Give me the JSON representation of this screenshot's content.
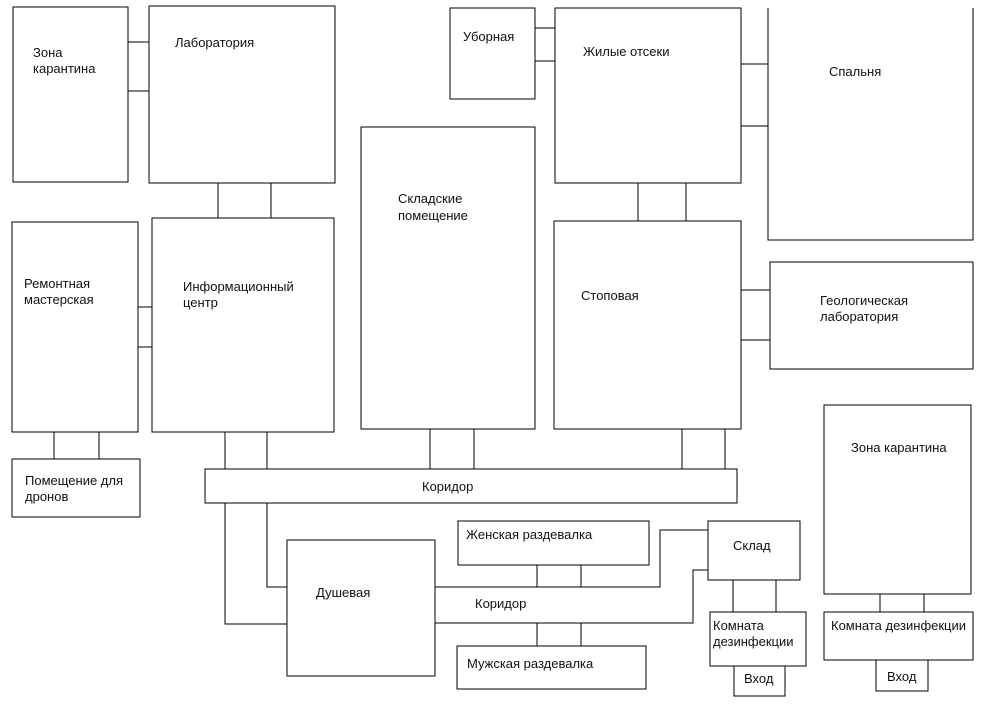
{
  "plan": {
    "rooms": {
      "quarantine_zone_left": {
        "lines": [
          "Зона",
          "карантина"
        ]
      },
      "laboratory": {
        "lines": [
          "Лаборатория"
        ]
      },
      "toilet": {
        "lines": [
          "Уборная"
        ]
      },
      "living_quarters": {
        "lines": [
          "Жилые отсеки"
        ]
      },
      "bedroom": {
        "lines": [
          "Спальня"
        ]
      },
      "storage_rooms": {
        "lines": [
          "Складские",
          "помещение"
        ]
      },
      "repair_workshop": {
        "lines": [
          "Ремонтная",
          "мастерская"
        ]
      },
      "info_center": {
        "lines": [
          "Информационный",
          "центр"
        ]
      },
      "dining_room": {
        "lines": [
          "Стоповая"
        ]
      },
      "geology_lab": {
        "lines": [
          "Геологическая",
          "лаборатория"
        ]
      },
      "drone_room": {
        "lines": [
          "Помещение для",
          "дронов"
        ]
      },
      "corridor_main": {
        "lines": [
          "Коридор"
        ]
      },
      "quarantine_zone_right": {
        "lines": [
          "Зона карантина"
        ]
      },
      "womens_locker": {
        "lines": [
          "Женская раздевалка"
        ]
      },
      "warehouse": {
        "lines": [
          "Склад"
        ]
      },
      "shower": {
        "lines": [
          "Душевая"
        ]
      },
      "corridor_lower": {
        "lines": [
          "Коридор"
        ]
      },
      "disinfection_room_left": {
        "lines": [
          "Комната",
          "дезинфекции"
        ]
      },
      "disinfection_room_right": {
        "lines": [
          "Комната дезинфекции"
        ]
      },
      "mens_locker": {
        "lines": [
          "Мужская раздевалка"
        ]
      },
      "entrance_left": {
        "lines": [
          "Вход"
        ]
      },
      "entrance_right": {
        "lines": [
          "Вход"
        ]
      }
    }
  }
}
